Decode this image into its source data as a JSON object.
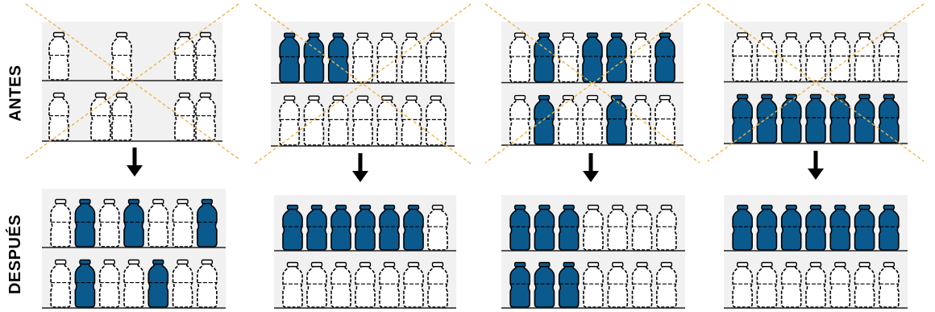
{
  "labels": {
    "before": "ANTES",
    "after": "DESPUÉS"
  },
  "colors": {
    "filled": "#0a5a8e",
    "empty": "#ffffff",
    "outline": "#000000",
    "shelf_bg": "#f1f1f1",
    "shelf_line": "#222222",
    "cross": "#f0b24a",
    "arrow": "#000000"
  },
  "scenarios": [
    {
      "before": {
        "crossed": true,
        "shelves": [
          [
            "E",
            "-",
            "-",
            "E",
            "-",
            "-",
            "E",
            "E"
          ],
          [
            "E",
            "-",
            "E",
            "E",
            "-",
            "-",
            "E",
            "E"
          ]
        ]
      },
      "after": {
        "crossed": false,
        "shelves": [
          [
            "E",
            "F",
            "E",
            "F",
            "E",
            "E",
            "F"
          ],
          [
            "E",
            "F",
            "E",
            "E",
            "F",
            "E",
            "E"
          ]
        ]
      }
    },
    {
      "before": {
        "crossed": true,
        "shelves": [
          [
            "F",
            "F",
            "F",
            "E",
            "E",
            "E",
            "E"
          ],
          [
            "E",
            "E",
            "E",
            "E",
            "E",
            "E",
            "E"
          ]
        ]
      },
      "after": {
        "crossed": false,
        "shelves": [
          [
            "F",
            "F",
            "F",
            "F",
            "F",
            "F",
            "E"
          ],
          [
            "E",
            "E",
            "E",
            "E",
            "E",
            "E",
            "E"
          ]
        ]
      }
    },
    {
      "before": {
        "crossed": true,
        "shelves": [
          [
            "E",
            "F",
            "E",
            "F",
            "F",
            "E",
            "F"
          ],
          [
            "E",
            "F",
            "E",
            "E",
            "F",
            "E",
            "E"
          ]
        ]
      },
      "after": {
        "crossed": false,
        "shelves": [
          [
            "F",
            "F",
            "F",
            "E",
            "E",
            "E",
            "E"
          ],
          [
            "F",
            "F",
            "F",
            "E",
            "E",
            "E",
            "E"
          ]
        ]
      }
    },
    {
      "before": {
        "crossed": true,
        "shelves": [
          [
            "E",
            "E",
            "E",
            "E",
            "E",
            "E",
            "E"
          ],
          [
            "F",
            "F",
            "F",
            "F",
            "F",
            "F",
            "F"
          ]
        ]
      },
      "after": {
        "crossed": false,
        "shelves": [
          [
            "F",
            "F",
            "F",
            "F",
            "F",
            "F",
            "F"
          ],
          [
            "E",
            "E",
            "E",
            "E",
            "E",
            "E",
            "E"
          ]
        ]
      }
    }
  ]
}
